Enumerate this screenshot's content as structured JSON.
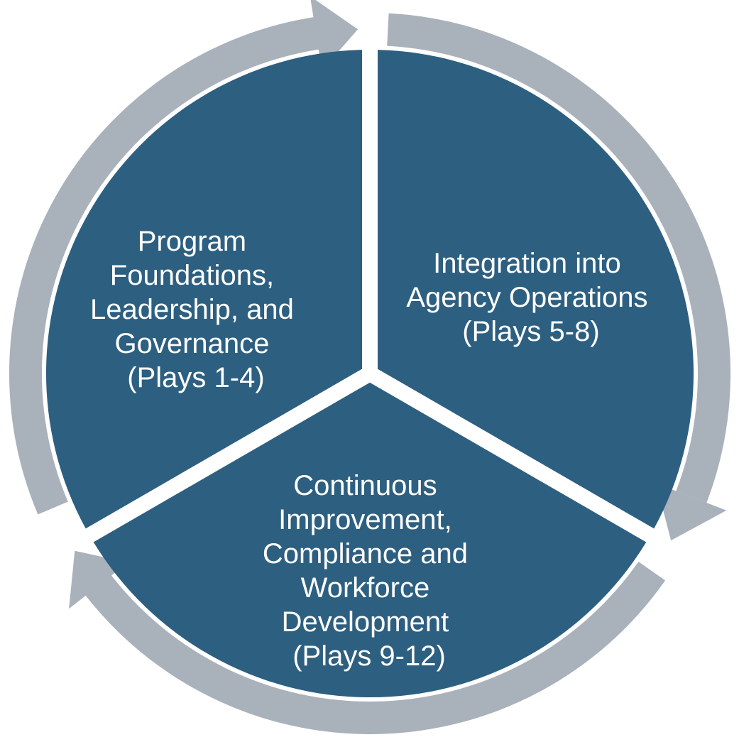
{
  "colors": {
    "background": "#ffffff",
    "segment_fill": "#2d5f80",
    "arrow_ring": "#a9b1bb",
    "text": "#ffffff"
  },
  "segments": [
    {
      "id": "program-foundations",
      "lines": [
        "Program",
        "Foundations,",
        "Leadership, and",
        "Governance",
        "(Plays 1-4)"
      ]
    },
    {
      "id": "integration",
      "lines": [
        "Integration into",
        "Agency Operations",
        "(Plays 5-8)"
      ]
    },
    {
      "id": "continuous-improvement",
      "lines": [
        "Continuous",
        "Improvement,",
        "Compliance and",
        "Workforce",
        "Development",
        "(Plays 9-12)"
      ]
    }
  ]
}
